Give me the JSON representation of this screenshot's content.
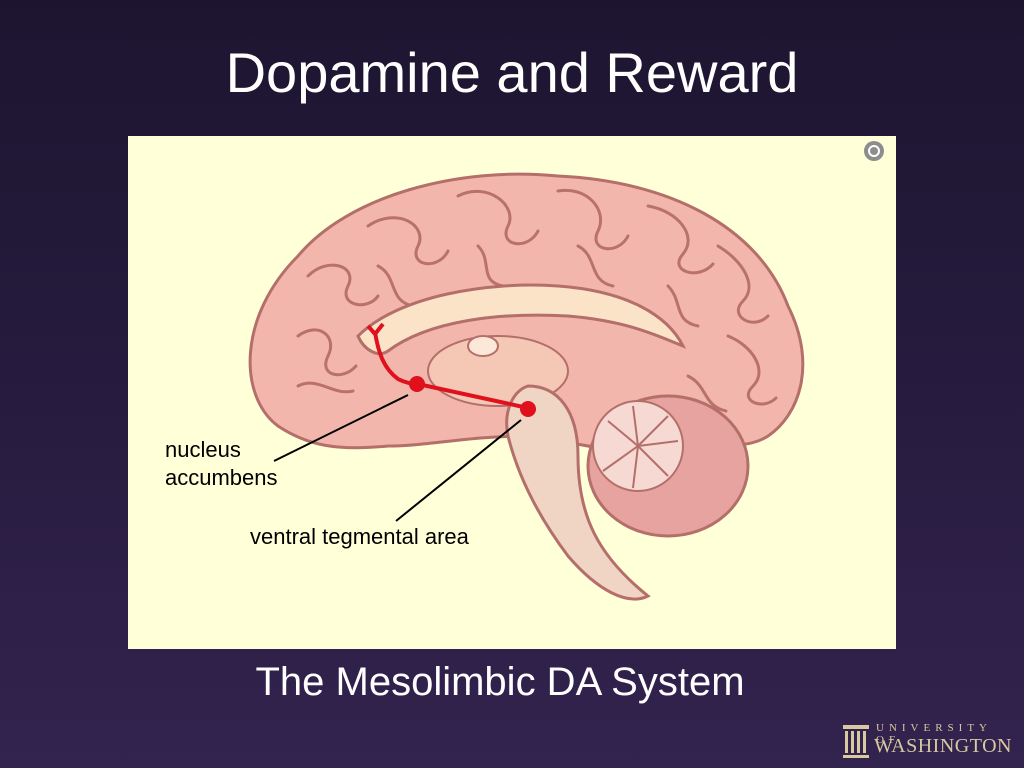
{
  "slide": {
    "title": "Dopamine and Reward",
    "caption": "The Mesolimbic DA System"
  },
  "diagram": {
    "labels": {
      "nucleus_line1": "nucleus",
      "nucleus_line2": "accumbens",
      "vta": "ventral tegmental area"
    },
    "pathway_color": "#e0101c",
    "figure_background": "#ffffd8"
  },
  "logo": {
    "top_text": "UNIVERSITY OF",
    "bottom_text": "WASHINGTON",
    "color": "#d8c9a0",
    "icon": "columns-icon"
  },
  "badge": {
    "icon": "copyright-badge-icon"
  }
}
